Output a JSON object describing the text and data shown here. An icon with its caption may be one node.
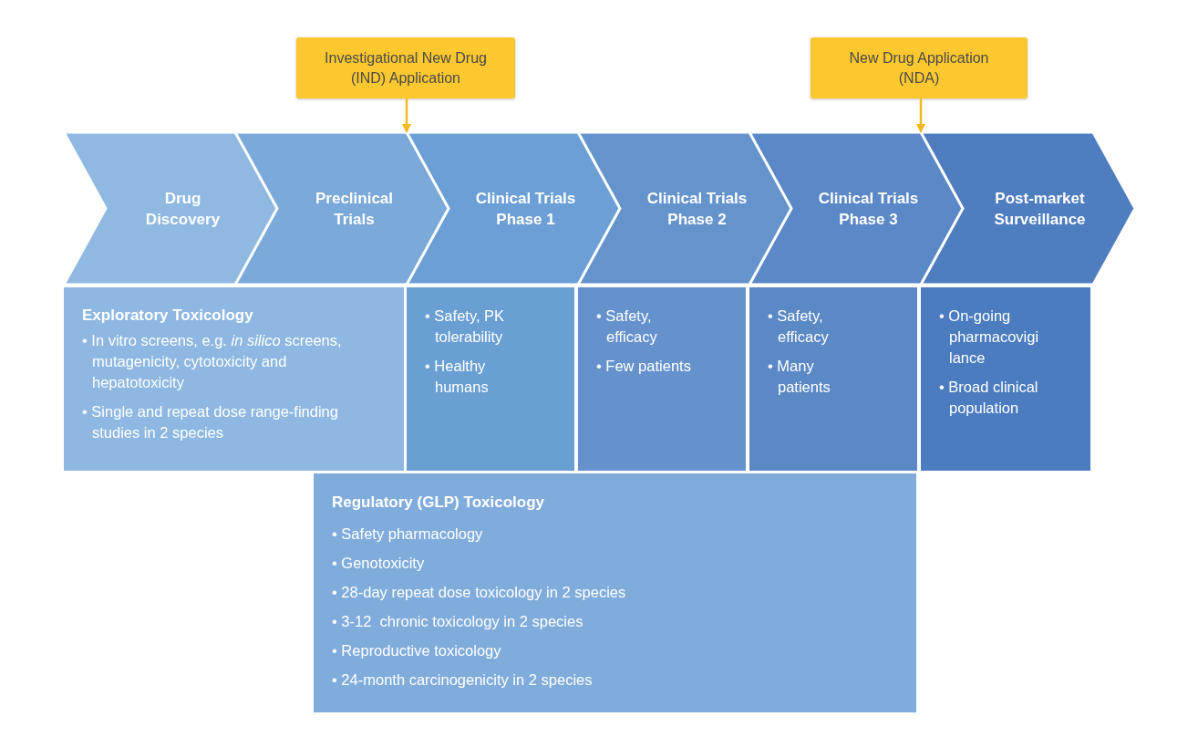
{
  "diagram": {
    "nodes": [
      {
        "text": [
          "Investigational New Drug (IND) Application"
        ]
      },
      {
        "text": [
          "New Drug Application (NDA)"
        ]
      },
      {
        "text": [
          "Drug Discovery"
        ]
      },
      {
        "text": [
          "Preclinical Trials"
        ]
      },
      {
        "text": [
          "Clinical Trials Phase 1"
        ]
      },
      {
        "text": [
          "Clinical Trials Phase 2"
        ]
      },
      {
        "text": [
          "Clinical Trials Phase 3"
        ]
      },
      {
        "text": [
          "Post-market Surveillance"
        ]
      },
      {
        "text": [
          "Exploratory Toxicology",
          "• In vitro screens, e.g. *in silico* screens, mutagenicity, cytotoxicity and hepatotoxicity",
          "• Single and repeat dose range-finding studies in 2 species"
        ]
      },
      {
        "text": [
          "• Safety, PK tolerability",
          "• Healthy humans"
        ]
      },
      {
        "text": [
          "• Safety, efficacy",
          "• Few patients"
        ]
      },
      {
        "text": [
          "• Safety, efficacy",
          "• Many patients"
        ]
      },
      {
        "text": [
          "• On-going pharmacovigilance",
          "• Broad clinical population"
        ]
      },
      {
        "text": [
          "Regulatory (GLP) Toxicology",
          "• Safety pharmacology",
          "• Genotoxicity",
          "• 28-day repeat dose toxicology in 2 species",
          "• 3-12  chronic toxicology in 2 species",
          "• Reproductive toxicology",
          "• 24-month carcinogenicity in 2 species"
        ]
      }
    ],
    "edges": [
      {
        "from": 0,
        "to": 4,
        "arrow": "to",
        "color": "#f2b820"
      },
      {
        "from": 1,
        "to": 7,
        "arrow": "to",
        "color": "#f2b820"
      }
    ]
  }
}
